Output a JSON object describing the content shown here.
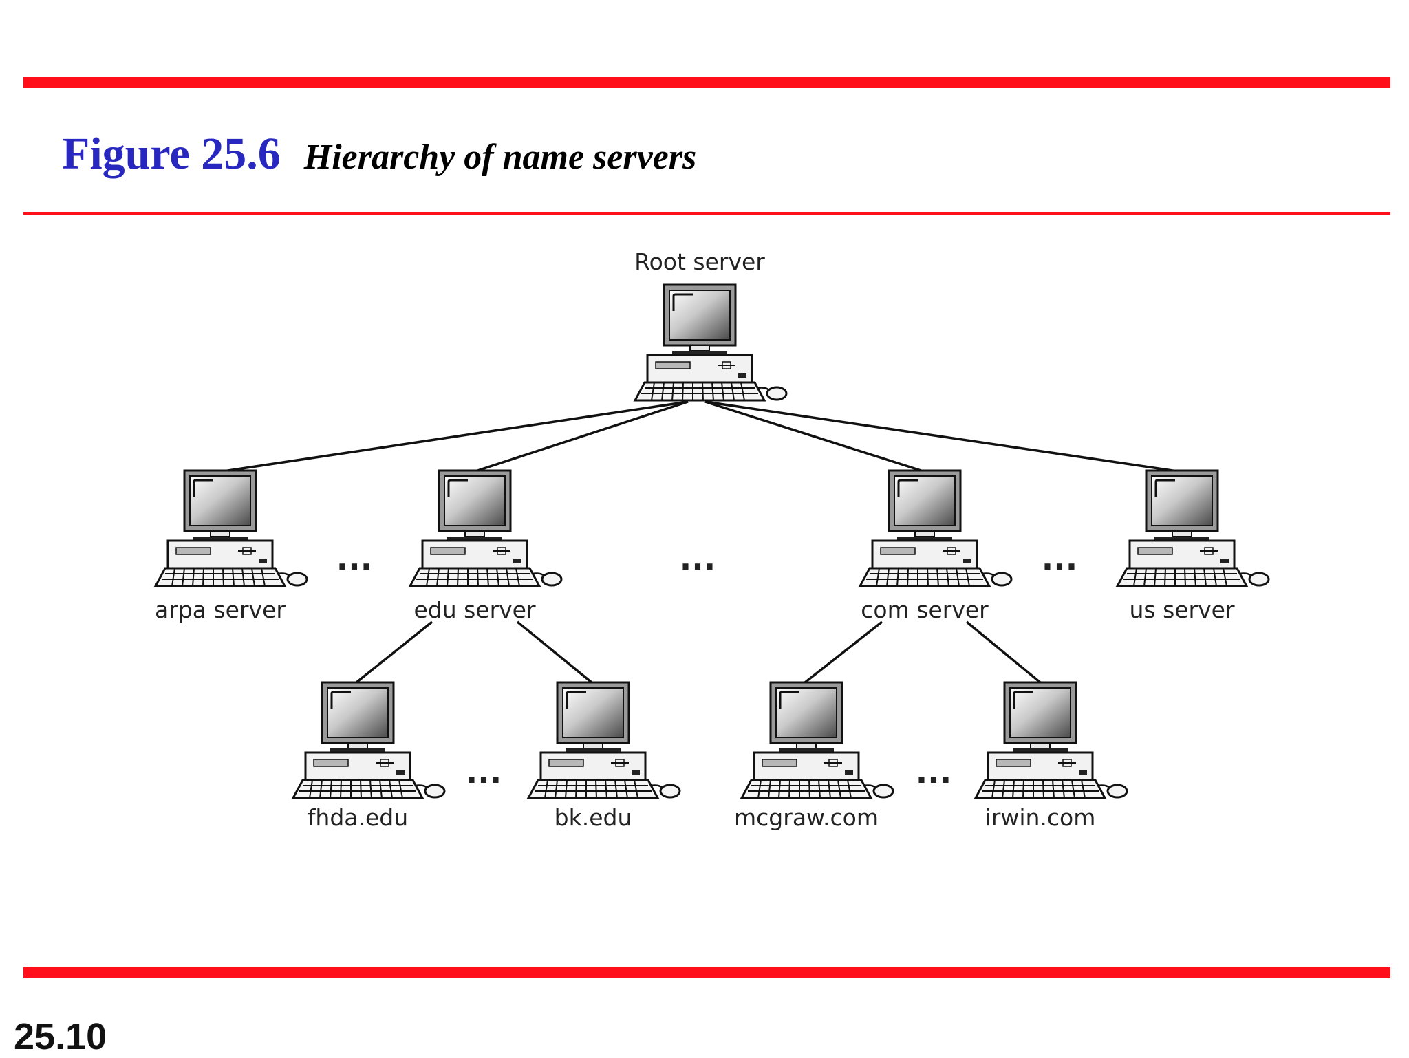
{
  "slide": {
    "figure_number": "Figure 25.6",
    "figure_caption": "Hierarchy of name servers",
    "page_number": "25.10"
  },
  "diagram": {
    "nodes": [
      {
        "id": "root",
        "label": "Root server"
      },
      {
        "id": "arpa",
        "label": "arpa server"
      },
      {
        "id": "edu",
        "label": "edu server"
      },
      {
        "id": "com",
        "label": "com server"
      },
      {
        "id": "us",
        "label": "us server"
      },
      {
        "id": "fhda",
        "label": "fhda.edu"
      },
      {
        "id": "bk",
        "label": "bk.edu"
      },
      {
        "id": "mcgraw",
        "label": "mcgraw.com"
      },
      {
        "id": "irwin",
        "label": "irwin.com"
      }
    ],
    "edges": [
      {
        "from": "root",
        "to": "arpa"
      },
      {
        "from": "root",
        "to": "edu"
      },
      {
        "from": "root",
        "to": "com"
      },
      {
        "from": "root",
        "to": "us"
      },
      {
        "from": "edu",
        "to": "fhda"
      },
      {
        "from": "edu",
        "to": "bk"
      },
      {
        "from": "com",
        "to": "mcgraw"
      },
      {
        "from": "com",
        "to": "irwin"
      }
    ],
    "ellipsis": "..."
  },
  "colors": {
    "rule": "#fe0f1a",
    "figure_number": "#2828c0",
    "caption": "#000000"
  },
  "icons": {
    "node": "desktop-computer-icon"
  }
}
